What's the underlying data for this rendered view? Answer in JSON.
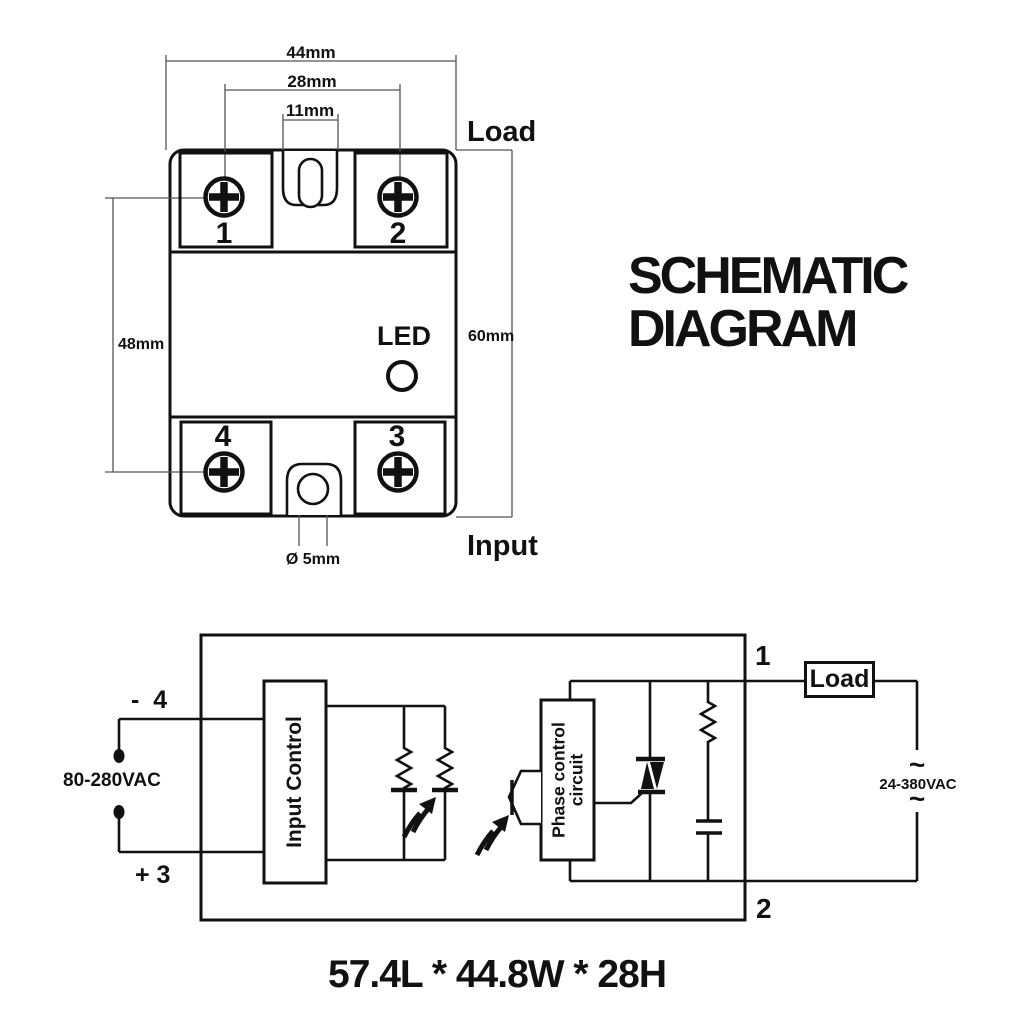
{
  "title": {
    "line1": "SCHEMATIC",
    "line2": "DIAGRAM"
  },
  "mech": {
    "dim44": "44mm",
    "dim28": "28mm",
    "dim11": "11mm",
    "dim48": "48mm",
    "dim60": "60mm",
    "hole_dia": "Ø 5mm",
    "load": "Load",
    "input": "Input",
    "led": "LED",
    "t1": "1",
    "t2": "2",
    "t3": "3",
    "t4": "4"
  },
  "circ": {
    "neg": "-  4",
    "pos": "+ 3",
    "vin": "80-280VAC",
    "vout": "24-380VAC",
    "t1": "1",
    "t2": "2",
    "load": "Load",
    "input_control": "Input Control",
    "phase1": "Phase control",
    "phase2": "circuit",
    "ac": "~"
  },
  "footer": {
    "size": "57.4L * 44.8W * 28H"
  },
  "colors": {
    "ink": "#111111",
    "dim_line": "#555555",
    "background": "#ffffff"
  }
}
